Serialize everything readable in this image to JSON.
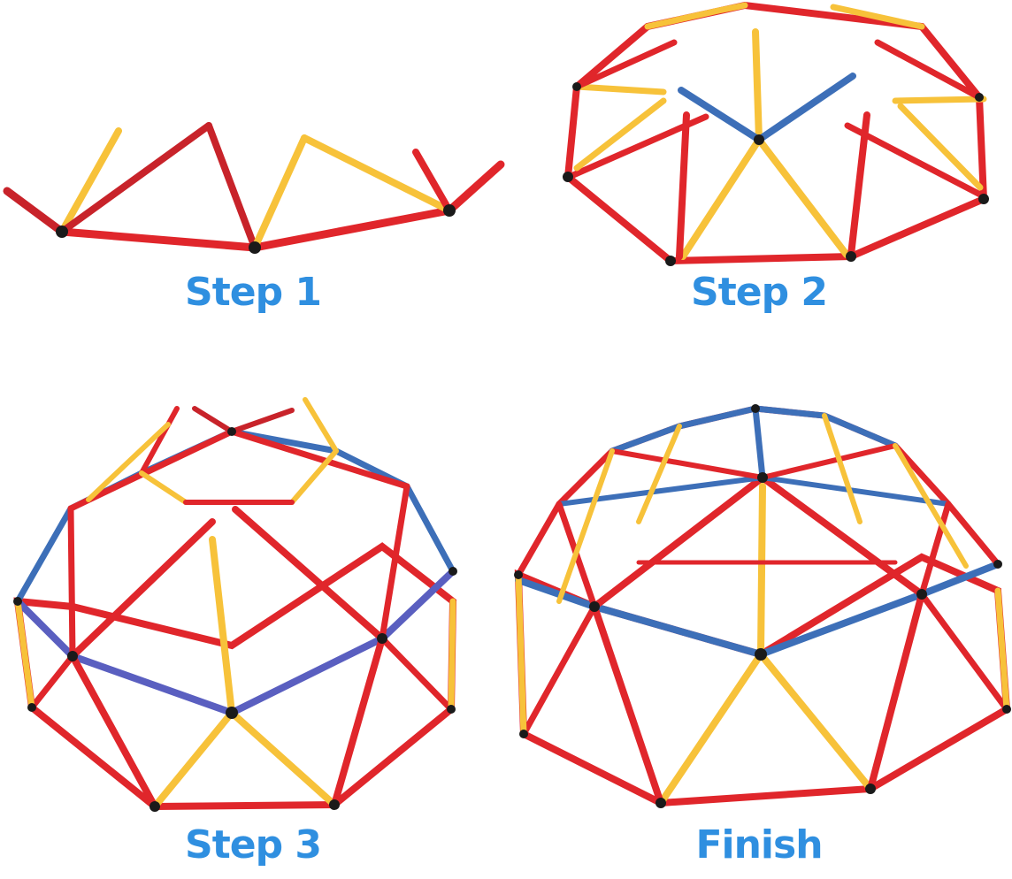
{
  "colors": {
    "red": "#e0262b",
    "yellow": "#f7c23a",
    "blue": "#3d6fb8",
    "hub": "#1a1a1a",
    "caption": "#2f8fe0"
  },
  "steps": [
    {
      "caption": "Step 1"
    },
    {
      "caption": "Step 2"
    },
    {
      "caption": "Step 3"
    },
    {
      "caption": "Finish"
    }
  ]
}
